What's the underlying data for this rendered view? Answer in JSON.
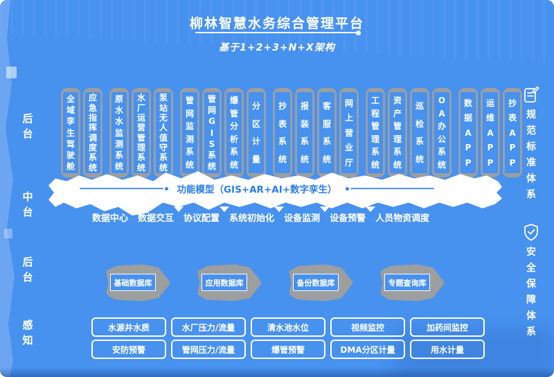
{
  "header": {
    "title": "柳林智慧水务综合管理平台",
    "subtitle": "基于1+2+3+N+X架构"
  },
  "side_labels": {
    "backend_top": "后台",
    "middle": "中台",
    "backend_lower": "后台",
    "sensing": "感知"
  },
  "right_rail": {
    "standards": {
      "icon": "document-pen-icon",
      "label": "规范标准体系"
    },
    "security": {
      "icon": "shield-check-icon",
      "label": "安全保障体系"
    }
  },
  "app_layer": {
    "groups": [
      {
        "pills": [
          "全域孪生驾驶舱",
          "应急指挥调度系统"
        ]
      },
      {
        "pills": [
          "原水水监测系统",
          "水厂运营管理系统",
          "泵站无人值守系统"
        ]
      },
      {
        "pills": [
          "管网监测系统",
          "管网GIS系统",
          "爆管分析系统",
          "分区计量"
        ]
      },
      {
        "pills": [
          "抄表系统",
          "报装系统",
          "客服系统",
          "网上营业厅"
        ]
      },
      {
        "pills": [
          "工程管理系统",
          "资产管理系统",
          "巡检系统",
          "OA办公系统"
        ]
      },
      {
        "pills": [
          "数据APP",
          "运维APP",
          "抄表APP"
        ]
      }
    ]
  },
  "middle_platform": {
    "band_title": "功能模型（GIS+AR+AI+数字孪生）",
    "functions": [
      "数据中心",
      "数据交互",
      "协议配置",
      "系统初始化",
      "设备监测",
      "设备预警",
      "人员物资调度"
    ]
  },
  "data_layer": {
    "databases": [
      "基础数据库",
      "应用数据库",
      "备份数据库",
      "专题查询库"
    ]
  },
  "sensing_layer": {
    "row1": [
      "水源井水质",
      "水厂压力/流量",
      "清水池水位",
      "视频监控",
      "加药间监控"
    ],
    "row2": [
      "安防预警",
      "管网压力/流量",
      "爆管预警",
      "DMA分区计量",
      "用水计量"
    ]
  },
  "colors": {
    "background": "#4791EF",
    "panel_gray": "#9C9EA0",
    "band_text_blue": "#2B7DE9",
    "text_white": "#FFFFFF"
  }
}
